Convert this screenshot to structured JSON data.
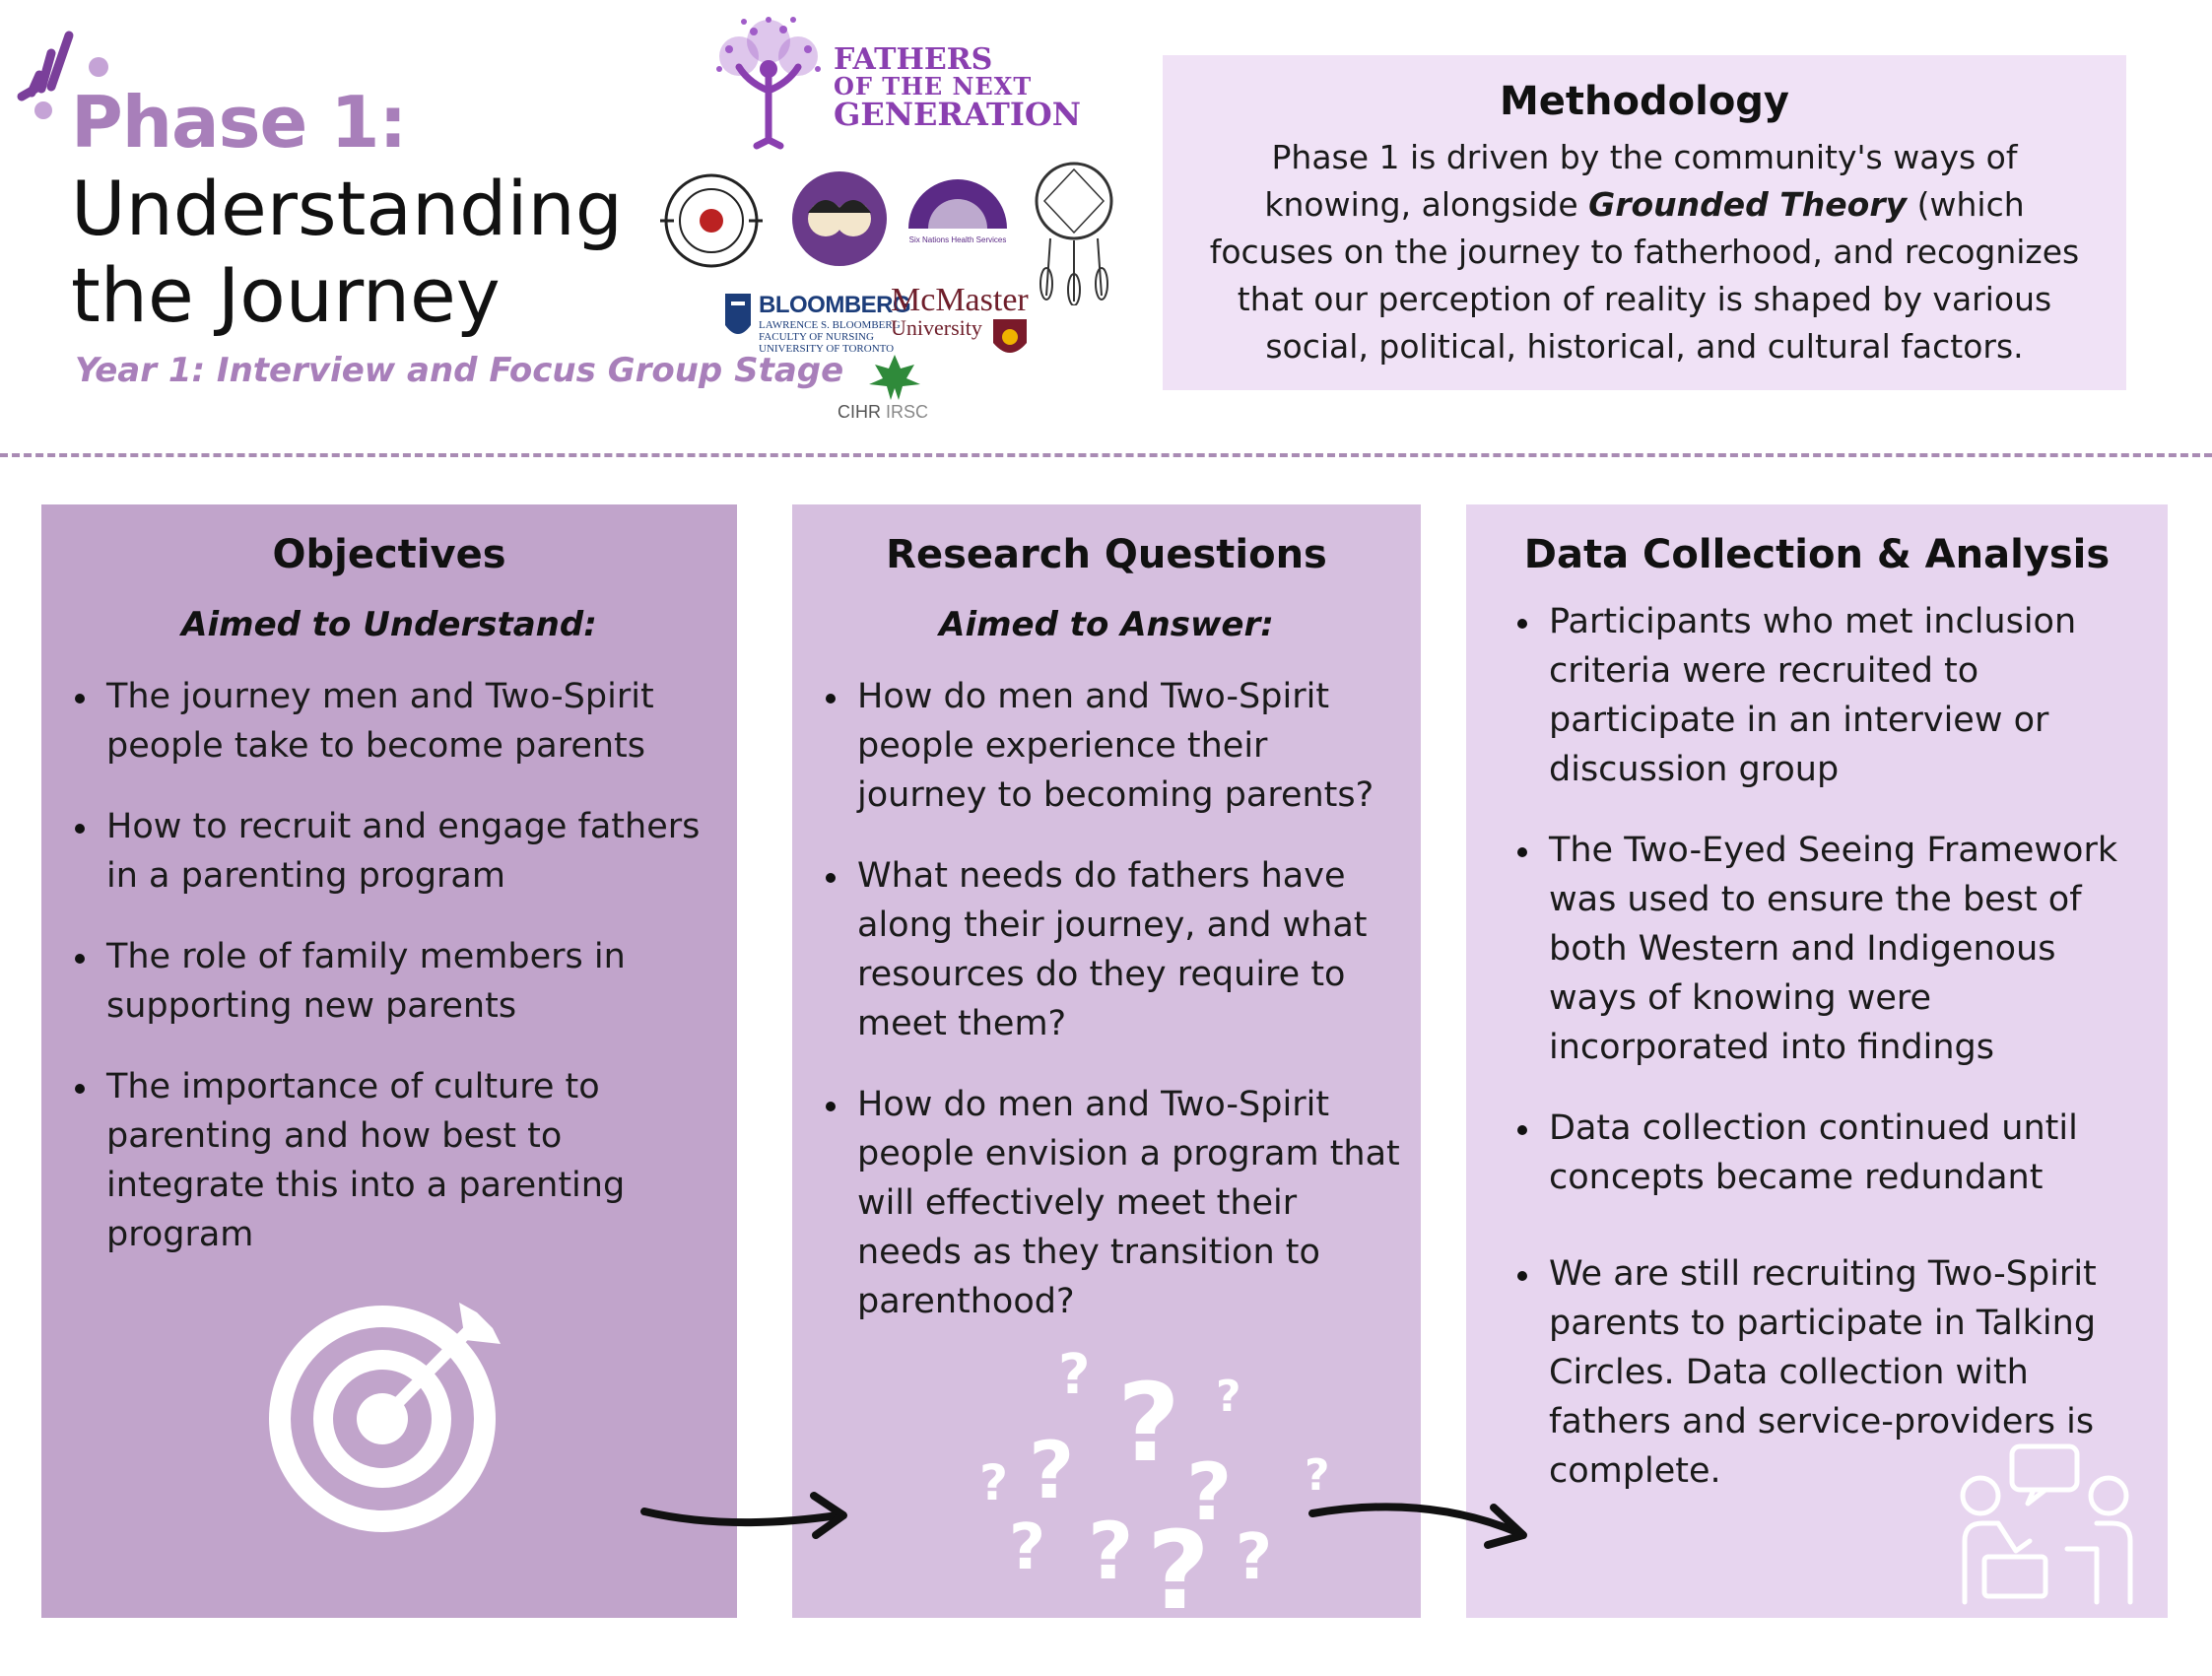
{
  "header": {
    "title_line1": "Phase 1:",
    "title_line2": "Understanding the Journey",
    "subtitle": "Year 1: Interview and Focus Group Stage"
  },
  "logos": {
    "fotng_line1": "FATHERS",
    "fotng_line2": "OF THE NEXT",
    "fotng_line3": "GENERATION",
    "bloomberg_main": "BLOOMBERG",
    "bloomberg_sub1": "LAWRENCE S. BLOOMBERG",
    "bloomberg_sub2": "FACULTY OF NURSING",
    "bloomberg_sub3": "UNIVERSITY OF TORONTO",
    "mcmaster_main": "McMaster",
    "mcmaster_sub": "University",
    "cihr_a": "CIHR",
    "cihr_b": "IRSC"
  },
  "methodology": {
    "heading": "Methodology",
    "text_before": "Phase 1 is driven by the community's ways of knowing, alongside ",
    "text_bold": "Grounded Theory",
    "text_after": " (which focuses on the journey to  fatherhood, and recognizes that our perception of reality is shaped by various social, political, historical, and cultural factors."
  },
  "objectives": {
    "heading": "Objectives",
    "subheading": "Aimed to Understand:",
    "items": [
      "The journey men and Two-Spirit people take to become parents",
      "How to recruit and engage fathers in a parenting program",
      "The role of family members in supporting new parents",
      "The importance of culture to parenting and how best to integrate this into a parenting program"
    ]
  },
  "research_questions": {
    "heading": "Research Questions",
    "subheading": "Aimed to Answer:",
    "items": [
      "How do men and Two-Spirit people experience their journey to becoming parents?",
      "What needs do fathers have along their journey, and what resources do they require to meet them?",
      "How do men and Two-Spirit people envision a program that will effectively meet their needs as they transition to parenthood?"
    ]
  },
  "data_collection": {
    "heading": "Data Collection & Analysis",
    "items": [
      "Participants who met inclusion criteria were recruited to participate in an interview or discussion group",
      "The Two-Eyed Seeing Framework was used to ensure the best of both Western and Indigenous ways of knowing were incorporated into findings",
      "Data collection continued until concepts became redundant",
      "We are still recruiting Two-Spirit parents to participate in Talking Circles. Data collection with fathers and service-providers is complete."
    ]
  },
  "icons": {
    "objectives": "target-icon",
    "questions": "question-marks-icon",
    "data": "discussion-people-icon"
  },
  "colors": {
    "accent": "#a87fba",
    "col1_bg": "#c1a4cb",
    "col2_bg": "#d6bfdf",
    "col3_bg": "#e7d5ef",
    "method_bg": "#f0e2f6"
  }
}
